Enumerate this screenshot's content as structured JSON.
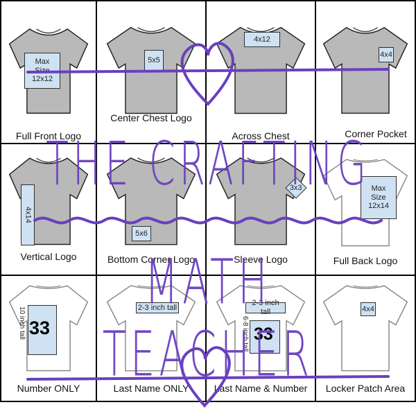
{
  "cells": [
    {
      "caption": "Full Front Logo",
      "placement": "Max\nSize\n12x12",
      "shirt": "gray"
    },
    {
      "caption": "Center Chest Logo",
      "placement": "5x5",
      "shirt": "gray"
    },
    {
      "caption": "Across Chest",
      "placement": "4x12",
      "shirt": "gray"
    },
    {
      "caption": "Corner Pocket",
      "placement": "4x4",
      "shirt": "gray"
    },
    {
      "caption": "Vertical Logo",
      "placement": "4x14",
      "shirt": "gray"
    },
    {
      "caption": "Bottom Corner Logo",
      "placement": "5x6",
      "shirt": "gray"
    },
    {
      "caption": "Sleeve Logo",
      "placement": "3x3",
      "shirt": "gray"
    },
    {
      "caption": "Full Back Logo",
      "placement": "Max\nSize\n12x14",
      "shirt": "white"
    },
    {
      "caption": "Number ONLY",
      "placement": "33",
      "side_label": "10 inch tall",
      "shirt": "white"
    },
    {
      "caption": "Last Name ONLY",
      "placement": "2-3 inch tall",
      "shirt": "white"
    },
    {
      "caption": "Last Name & Number",
      "placement": "2-3 inch tall",
      "number": "33",
      "side_label": "6-8 inch tall",
      "shirt": "white"
    },
    {
      "caption": "Locker Patch Area",
      "placement": "4x4",
      "shirt": "white"
    }
  ],
  "watermark": {
    "line1": "THE CRAFTING",
    "line2": "MATH TEACHER",
    "color": "#6a3fbf"
  },
  "colors": {
    "gray_shirt": "#b9b9b9",
    "white_shirt": "#ffffff",
    "label_fill": "#cfe2f3"
  }
}
